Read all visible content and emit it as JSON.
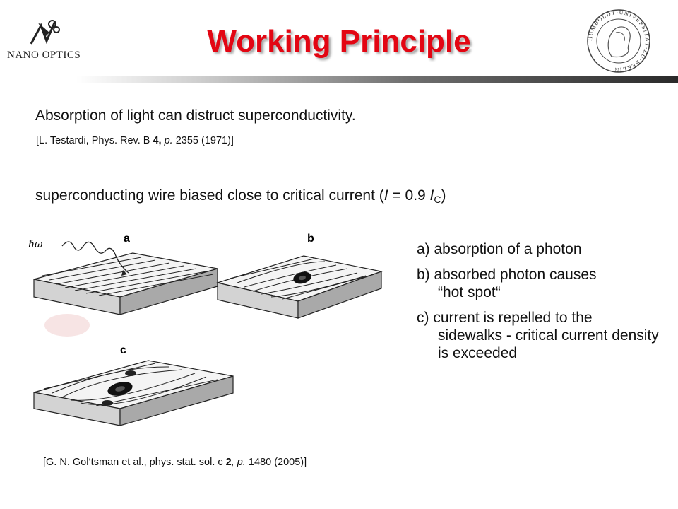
{
  "header": {
    "logo_text": "NANO OPTICS",
    "title": "Working Principle",
    "seal_text": "HUMBOLDT·UNIVERSITÄT·ZU·BERLIN"
  },
  "colors": {
    "title": "#e30613",
    "text": "#111111"
  },
  "body": {
    "absorption_line": "Absorption of light can distruct superconductivity.",
    "ref_testardi": {
      "prefix": "[L. Testardi, Phys. Rev. B ",
      "volume": "4,",
      "page_label": " p.",
      "suffix": " 2355 (1971)]"
    },
    "wire_line": {
      "prefix": "superconducting wire biased close to critical current (",
      "var": "I",
      "mid": " = 0.9 ",
      "var2": "I",
      "sub": "C",
      "suffix": ")"
    }
  },
  "explanations": [
    {
      "label": "a) absorption of a photon",
      "cont": ""
    },
    {
      "label": "b) absorbed photon causes",
      "cont": "“hot spot“"
    },
    {
      "label": "c) current is repelled to the",
      "cont": "sidewalks - critical current density is exceeded"
    }
  ],
  "figure": {
    "panel_labels": [
      "a",
      "b",
      "c"
    ],
    "photon_symbol": "ℏω"
  },
  "ref_goltsman": {
    "prefix": "[G. N. Gol‘tsman et al., phys. stat. sol. c ",
    "volume": "2",
    "page_label": ", p.",
    "suffix": " 1480 (2005)]"
  }
}
